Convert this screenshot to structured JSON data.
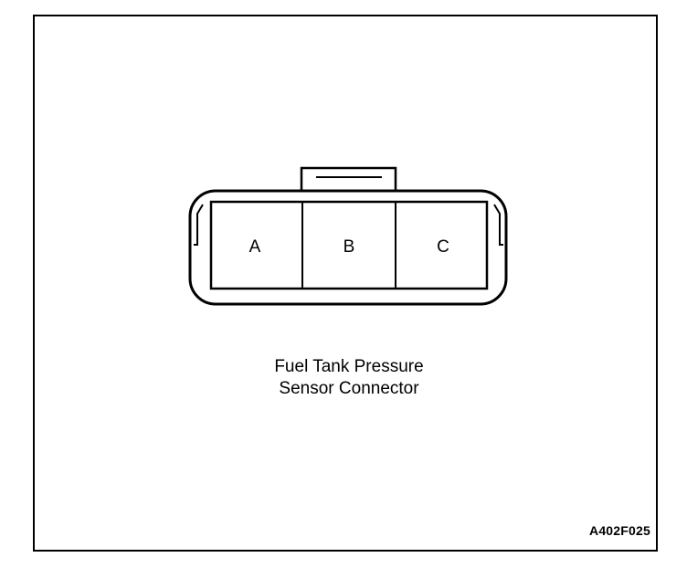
{
  "connector": {
    "pins": [
      {
        "label": "A"
      },
      {
        "label": "B"
      },
      {
        "label": "C"
      }
    ]
  },
  "caption": {
    "line1": "Fuel Tank Pressure",
    "line2": "Sensor Connector"
  },
  "figure_id": "A402F025"
}
